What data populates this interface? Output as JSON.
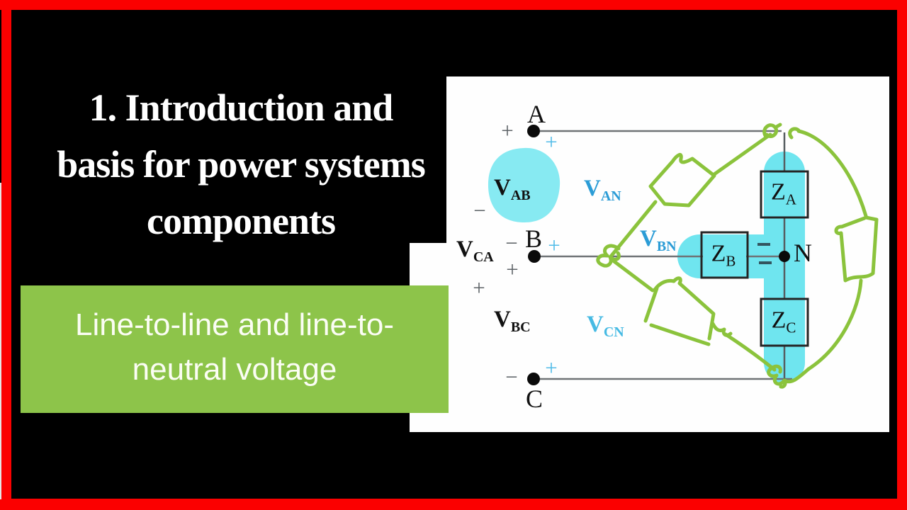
{
  "slide": {
    "title": "1. Introduction and basis for power systems components",
    "title_lines": [
      "1. Introduction and",
      "basis for power systems",
      "components"
    ],
    "subtitle": "Line-to-line and line-to-neutral voltage",
    "subtitle_lines": [
      "Line-to-line and line-to-",
      "neutral voltage"
    ],
    "colors": {
      "frame_red": "#fb0000",
      "background_black": "#000000",
      "panel_white": "#fefefe",
      "subtitle_green": "#8dc44a",
      "annotation_green": "#8bc33c",
      "highlight_cyan": "#6fe5ef",
      "label_blue": "#2b9cd6",
      "label_blue_light": "#46bae3",
      "symbol_gray": "#5d6367"
    }
  },
  "diagram": {
    "node_labels": {
      "a": "A",
      "b": "B",
      "c": "C",
      "n": "N"
    },
    "voltages": {
      "vab": {
        "main": "V",
        "sub": "AB"
      },
      "van": {
        "main": "V",
        "sub": "AN"
      },
      "vca": {
        "main": "V",
        "sub": "CA"
      },
      "vbn": {
        "main": "V",
        "sub": "BN"
      },
      "vbc": {
        "main": "V",
        "sub": "BC"
      },
      "vcn": {
        "main": "V",
        "sub": "CN"
      }
    },
    "impedances": {
      "za": {
        "main": "Z",
        "sub": "A"
      },
      "zb": {
        "main": "Z",
        "sub": "B"
      },
      "zc": {
        "main": "Z",
        "sub": "C"
      }
    },
    "marks": [
      {
        "t": "+",
        "tone": "gray"
      },
      {
        "t": "+",
        "tone": "blue"
      },
      {
        "t": "−",
        "tone": "gray"
      },
      {
        "t": "−",
        "tone": "gray"
      },
      {
        "t": "+",
        "tone": "blue"
      },
      {
        "t": "+",
        "tone": "gray"
      },
      {
        "t": "+",
        "tone": "gray"
      },
      {
        "t": "−",
        "tone": "gray"
      },
      {
        "t": "+",
        "tone": "blue"
      }
    ]
  }
}
